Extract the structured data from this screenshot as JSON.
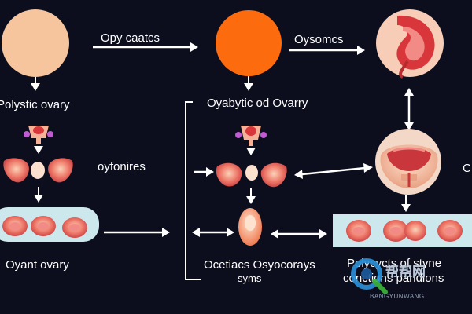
{
  "labels": {
    "top_left_caption": "Polystic ovary",
    "top_arrow_caption": "Opy caatcs",
    "top_center_caption": "Oyabytic od Ovarry",
    "top_right_caption": "Oysomcs",
    "mid_left_caption": "oyfonires",
    "bottom_left_caption": "Oyant ovary",
    "bottom_center_caption_1": "Ocetiacs Osyocorays",
    "bottom_center_caption_2": "syms",
    "bottom_right_caption_1": "Polycycts of styne",
    "bottom_right_caption_2": "conctions pandions",
    "right_edge_letter": "C"
  },
  "watermark": {
    "title": "帮帮网",
    "subtitle": "BANGYUNWANG"
  },
  "colors": {
    "background": "#0c0e1e",
    "peach_circle": "#f6c59d",
    "orange_circle": "#fc6b0e",
    "arrow": "#ffffff",
    "band_light": "#cde8ec",
    "ovary_red": "#e4504f",
    "tissue_pink": "#f4b49a"
  }
}
